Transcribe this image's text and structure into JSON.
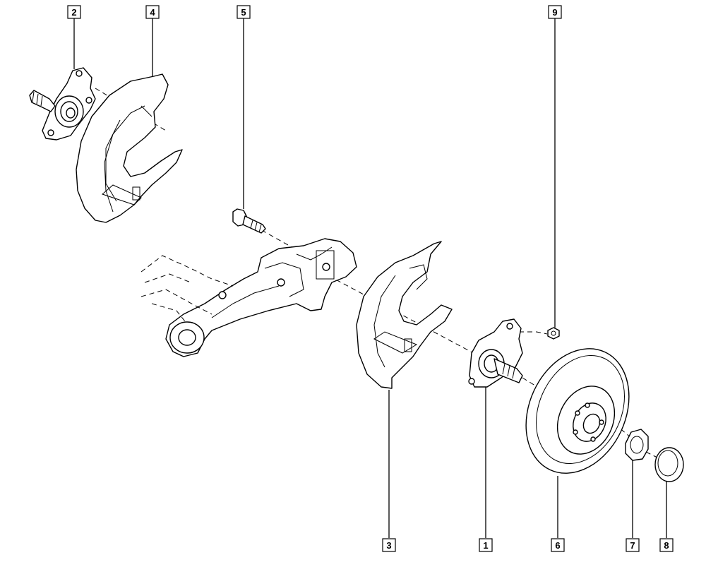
{
  "colors": {
    "line": "#000000",
    "background": "#ffffff",
    "shade": "#e9e9e9"
  },
  "callouts": [
    {
      "id": "1",
      "label": "1"
    },
    {
      "id": "2",
      "label": "2"
    },
    {
      "id": "3",
      "label": "3"
    },
    {
      "id": "4",
      "label": "4"
    },
    {
      "id": "5",
      "label": "5"
    },
    {
      "id": "6",
      "label": "6"
    },
    {
      "id": "7",
      "label": "7"
    },
    {
      "id": "8",
      "label": "8"
    },
    {
      "id": "9",
      "label": "9"
    }
  ]
}
